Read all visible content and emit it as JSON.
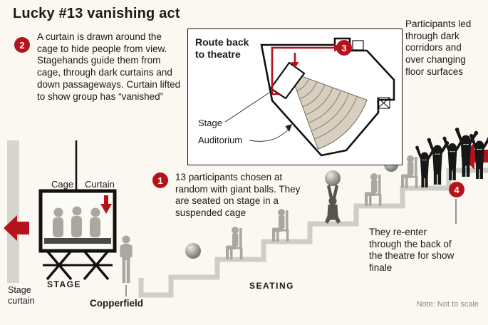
{
  "colors": {
    "accent": "#b5121b",
    "background": "#faf8f1",
    "ink": "#1a1a1a",
    "figure_gray": "#a9a8a0",
    "dark_figure": "#55544e",
    "auditorium_beige": "#d9cfc0",
    "curtain_bar_gray": "#d6d5ce",
    "step_gray": "#cfcec6",
    "crowd_black": "#171717",
    "note_gray": "#8b8b85"
  },
  "title": "Lucky #13 vanishing act",
  "steps": {
    "s1": {
      "num": "1",
      "text": "13 participants chosen at random with giant balls. They are seated on stage in a suspended cage"
    },
    "s2": {
      "num": "2",
      "text": "A curtain is drawn around the cage to hide people from view. Stagehands guide them from cage, through dark curtains and down passageways. Curtain lifted to show group has “vanished”"
    },
    "s3": {
      "num": "3",
      "text": "Participants led through dark corridors and over changing floor surfaces"
    },
    "s4": {
      "num": "4",
      "text": "They re-enter through the back of the theatre for show finale"
    }
  },
  "map": {
    "title": "Route back to theatre",
    "stage_label": "Stage",
    "auditorium_label": "Auditorium"
  },
  "scene": {
    "cage_label": "Cage",
    "curtain_label": "Curtain",
    "stage_label": "STAGE",
    "copperfield_label": "Copperfield",
    "stage_curtain_label": "Stage curtain",
    "seating_label": "SEATING"
  },
  "note": "Note: Not to scale",
  "icons": {
    "stage_exit_arrow": "left-arrow",
    "reenter_arrow": "left-arrow",
    "curtain_drop_arrow": "down-arrow",
    "route_arrows": "red-route-arrows"
  }
}
